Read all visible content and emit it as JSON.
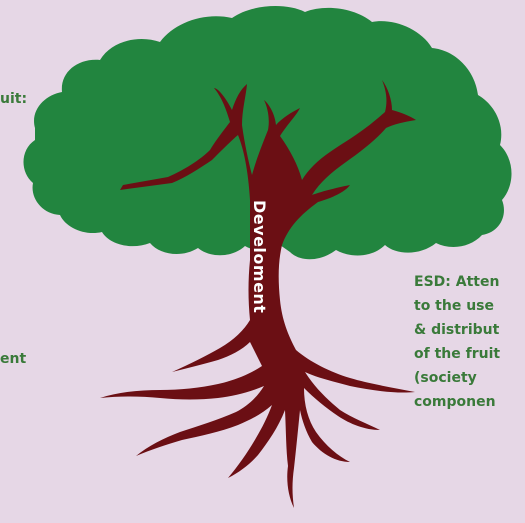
{
  "colors": {
    "background": "#e6d7e6",
    "canopy": "#22853f",
    "trunk": "#6b0f14",
    "label_text": "#3a7a3a",
    "trunk_text": "#ffffff"
  },
  "trunk_label": "Develoment",
  "left_top_label": "uit:",
  "left_bottom_label": "ent",
  "esd_label_lines": [
    "ESD: Atten",
    "to the use",
    "& distribut",
    "of the fruit",
    "(society",
    "componen"
  ]
}
